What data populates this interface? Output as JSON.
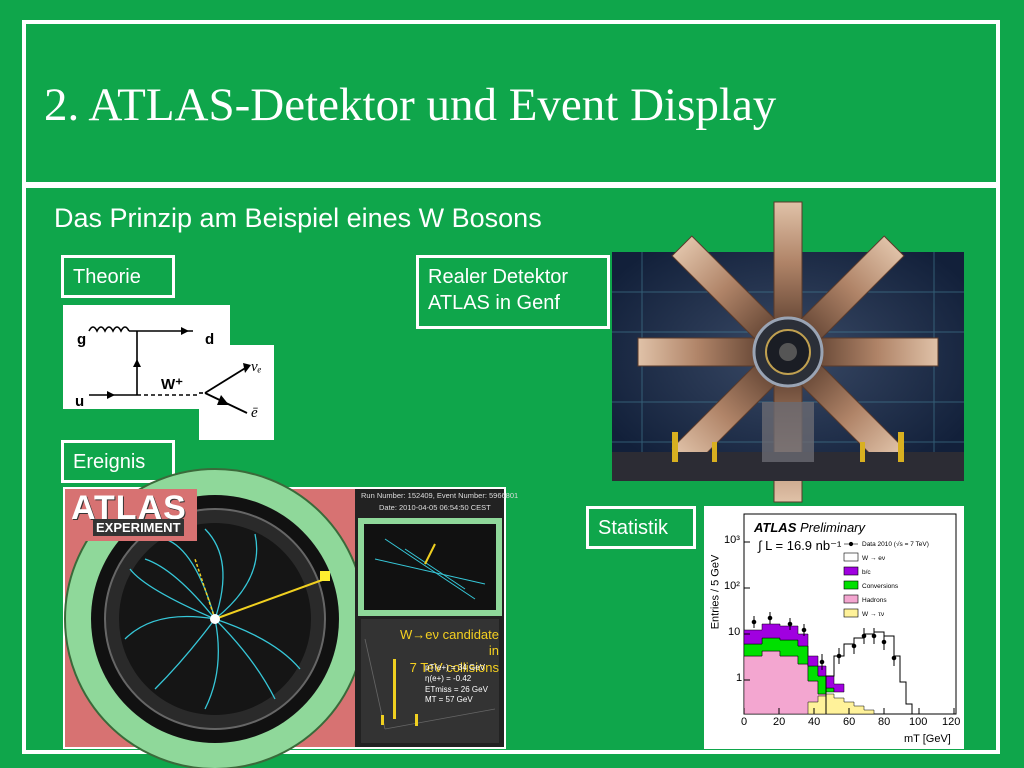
{
  "slide": {
    "title": "2. ATLAS-Detektor und Event Display",
    "subtitle": "Das Prinzip am Beispiel eines W Bosons"
  },
  "boxes": {
    "theorie": "Theorie",
    "ereignis": "Ereignis",
    "realer_detektor_line1": "Realer Detektor",
    "realer_detektor_line2": "ATLAS in Genf",
    "statistik": "Statistik"
  },
  "feynman": {
    "g": "g",
    "d": "d",
    "u": "u",
    "w": "W⁺",
    "nu": "νₑ",
    "ebar": "ē"
  },
  "event_display": {
    "logo_line1": "ATLAS",
    "logo_line2": "EXPERIMENT",
    "run_info": "Run Number: 152409, Event Number: 5966801",
    "date": "Date: 2010-04-05 06:54:50 CEST",
    "candidate_line1": "W→eν candidate in",
    "candidate_line2": "7 TeV collisions",
    "pt": "pT(e+) = 34 GeV",
    "eta": "η(e+) =     -0.42",
    "etmiss": "ETmiss = 26 GeV",
    "mt": "MT = 57 GeV"
  },
  "stat_plot": {
    "atlas_bold": "ATLAS",
    "atlas_rest": "Preliminary",
    "lumi": "∫ L = 16.9 nb⁻¹",
    "ylabel": "Entries / 5 GeV",
    "xlabel": "mT [GeV]",
    "legend": [
      "Data 2010 (√s = 7 TeV)",
      "W → eν",
      "b/c",
      "Conversions",
      "Hadrons",
      "W → τν"
    ],
    "colors": {
      "bc": "#a000e0",
      "conversions": "#00e000",
      "hadrons": "#f3a6d0",
      "wtaunu": "#fff29a"
    },
    "yticks": [
      "10³",
      "10²",
      "10",
      "1"
    ],
    "xticks": [
      "0",
      "20",
      "40",
      "60",
      "80",
      "100",
      "120"
    ]
  }
}
